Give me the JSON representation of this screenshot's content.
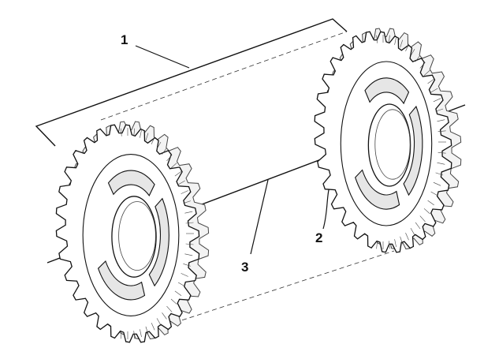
{
  "figure": {
    "colors": {
      "ink": "#111111",
      "shade": "#444444",
      "background": "#ffffff"
    },
    "callouts": [
      {
        "id": "c1",
        "text": "1"
      },
      {
        "id": "c2",
        "text": "2"
      },
      {
        "id": "c3",
        "text": "3"
      }
    ]
  }
}
